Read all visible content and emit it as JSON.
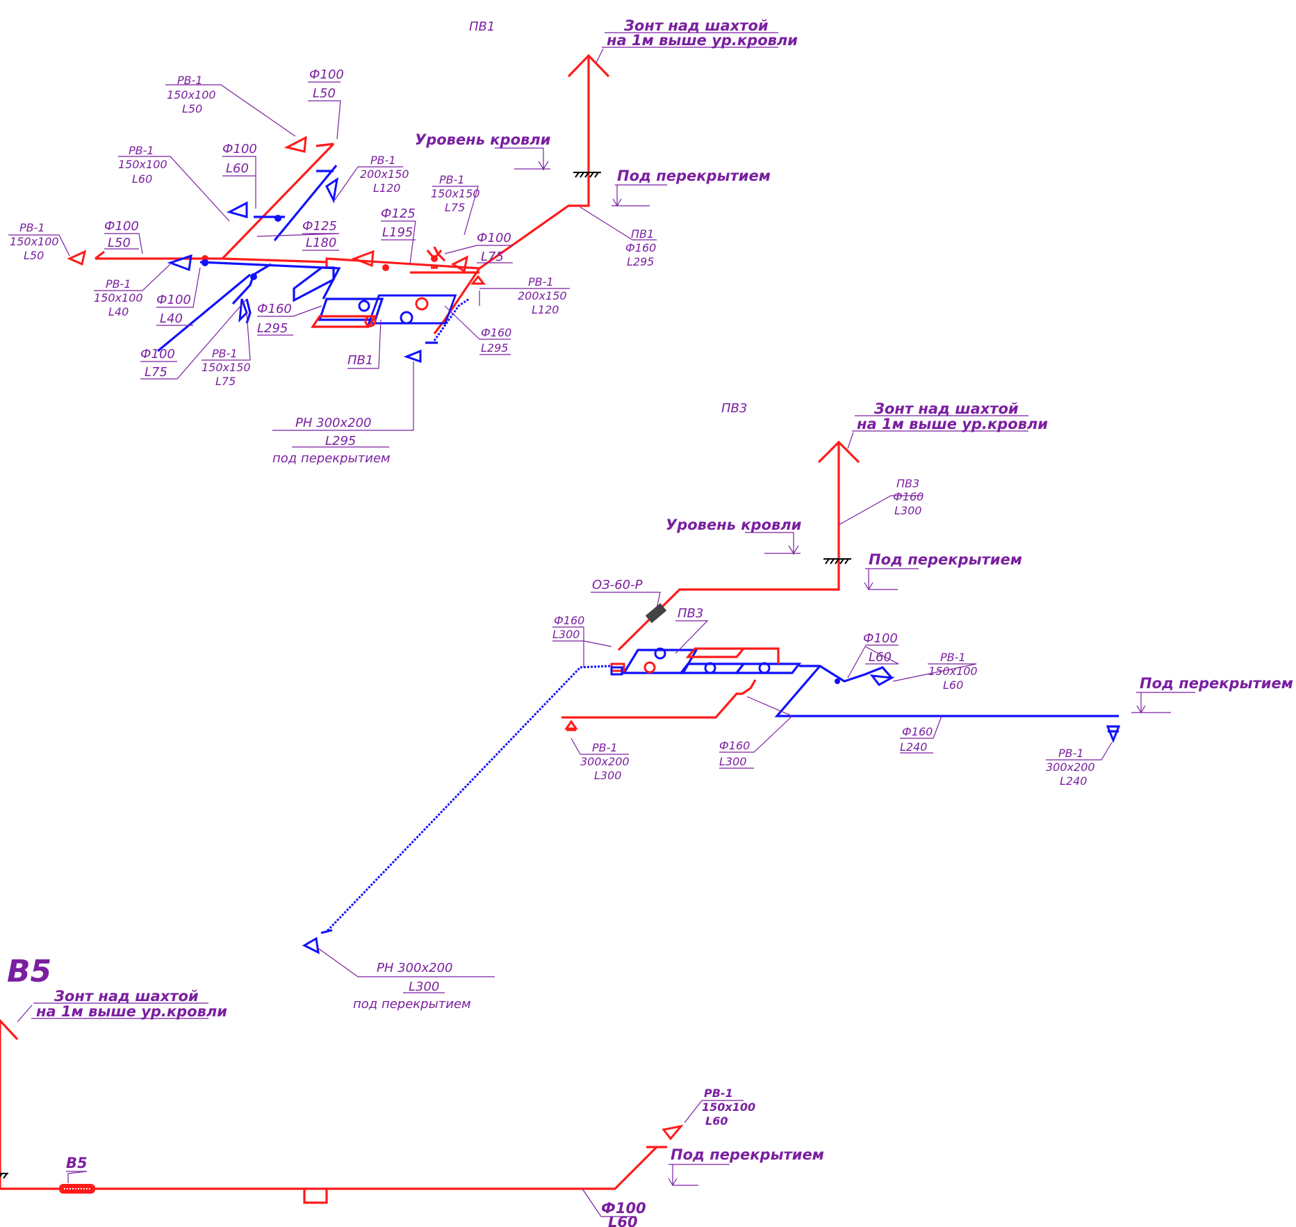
{
  "colors": {
    "supply": "#1010ff",
    "exhaust": "#ff1a1a",
    "annotation": "#7a1fa0"
  },
  "titles": {
    "pv1": "ПВ1",
    "pv3": "ПВ3",
    "v5": "В5"
  },
  "common": {
    "umbrella_1": "Зонт над шахтой",
    "umbrella_2": "на 1м выше ур.кровли",
    "roof_level": "Уровень кровли",
    "under_slab": "Под перекрытием",
    "under_slab_lc": "под перекрытием"
  },
  "pv1": {
    "rv_a": [
      "РВ-1",
      "150х100",
      "L50"
    ],
    "dia_a": [
      "Ф100",
      "L50"
    ],
    "rv_b": [
      "РВ-1",
      "150х100",
      "L60"
    ],
    "dia_b": [
      "Ф100",
      "L60"
    ],
    "rv_c": [
      "РВ-1",
      "200х150",
      "L120"
    ],
    "rv_d": [
      "РВ-1",
      "150х100",
      "L50"
    ],
    "dia_d": [
      "Ф100",
      "L50"
    ],
    "dia_e": [
      "Ф125",
      "L180"
    ],
    "dia_f": [
      "Ф125",
      "L195"
    ],
    "rv_g": [
      "РВ-1",
      "150х150",
      "L75"
    ],
    "dia_g": [
      "Ф100",
      "L75"
    ],
    "rv_h": [
      "РВ-1",
      "150х100",
      "L40"
    ],
    "dia_h": [
      "Ф100",
      "L40"
    ],
    "dia_i": [
      "Ф160",
      "L295"
    ],
    "shaft": [
      "ПВ1",
      "Ф160",
      "L295"
    ],
    "rv_j": [
      "РВ-1",
      "200х150",
      "L120"
    ],
    "dia_j": [
      "Ф160",
      "L295"
    ],
    "dia_k": [
      "Ф100",
      "L75"
    ],
    "rv_k": [
      "РВ-1",
      "150х150",
      "L75"
    ],
    "unit": "ПВ1",
    "rn": [
      "РН 300х200",
      "L295"
    ]
  },
  "pv3": {
    "shaft": [
      "ПВ3",
      "Ф160",
      "L300"
    ],
    "damper": "ОЗ-60-Р",
    "unit": "ПВ3",
    "dia_a": [
      "Ф160",
      "L300"
    ],
    "dia_b": [
      "Ф100",
      "L60"
    ],
    "rv_b": [
      "РВ-1",
      "150х100",
      "L60"
    ],
    "rv_c": [
      "РВ-1",
      "300х200",
      "L300"
    ],
    "dia_d": [
      "Ф160",
      "L300"
    ],
    "dia_e": [
      "Ф160",
      "L240"
    ],
    "rv_e": [
      "РВ-1",
      "300х200",
      "L240"
    ],
    "rn": [
      "РН 300х200",
      "L300"
    ]
  },
  "v5": {
    "unit": "В5",
    "rv": [
      "РВ-1",
      "150х100",
      "L60"
    ],
    "dia": [
      "Ф100",
      "L60"
    ]
  }
}
